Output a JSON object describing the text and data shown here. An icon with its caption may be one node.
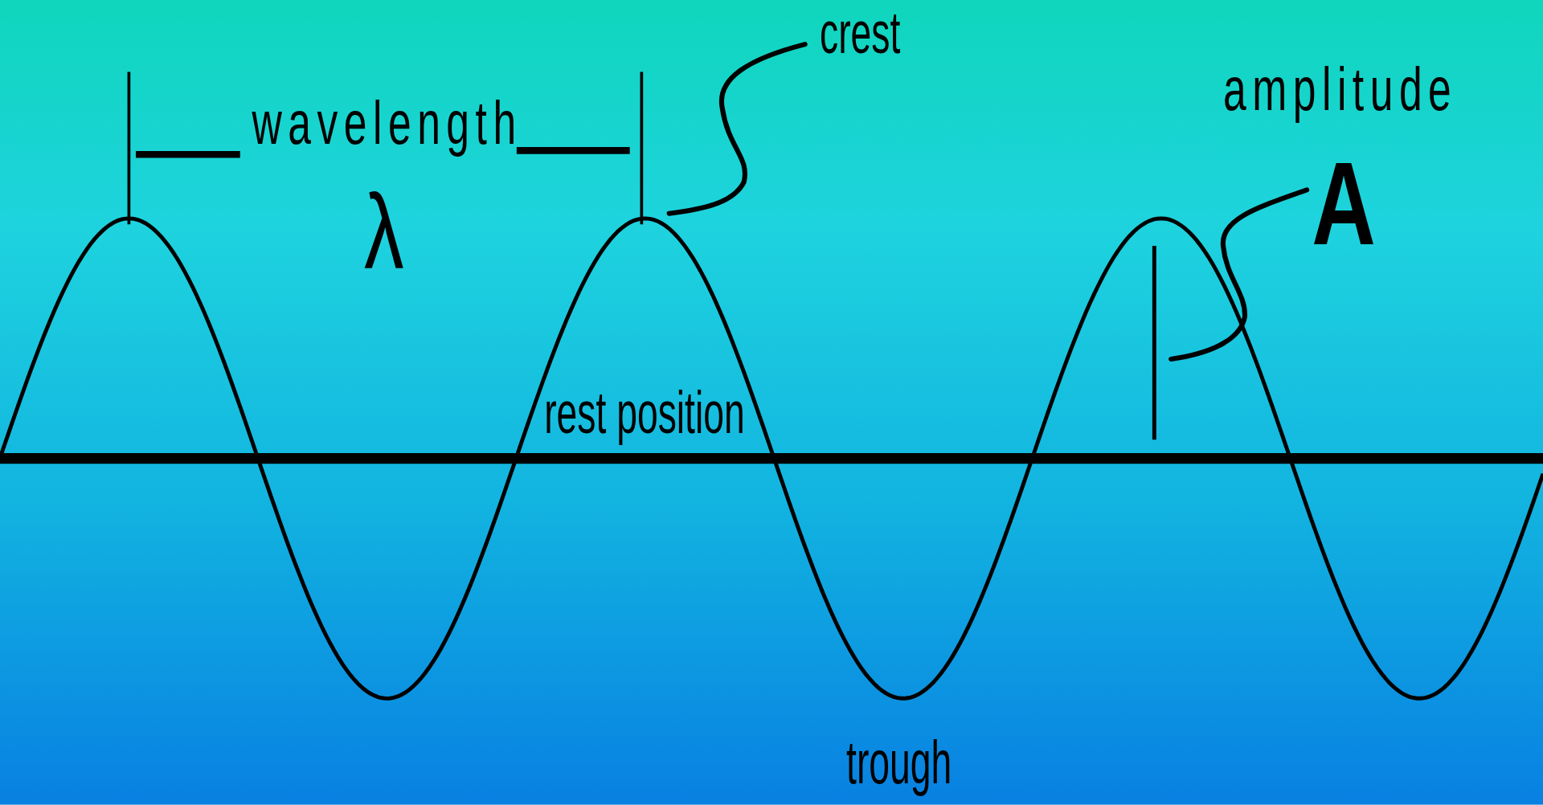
{
  "diagram": {
    "nodes": [
      {
        "text": [
          "crest"
        ]
      },
      {
        "text": [
          "A"
        ],
        "beside": [
          "amplitude"
        ]
      },
      {
        "text": [],
        "shape": "bar"
      }
    ],
    "edges": [
      {
        "from": 0,
        "to": null,
        "arrow": "none"
      },
      {
        "from": 1,
        "to": 2,
        "arrow": "none"
      }
    ],
    "labels": [
      "wavelength",
      "λ",
      "rest position",
      "trough"
    ]
  }
}
